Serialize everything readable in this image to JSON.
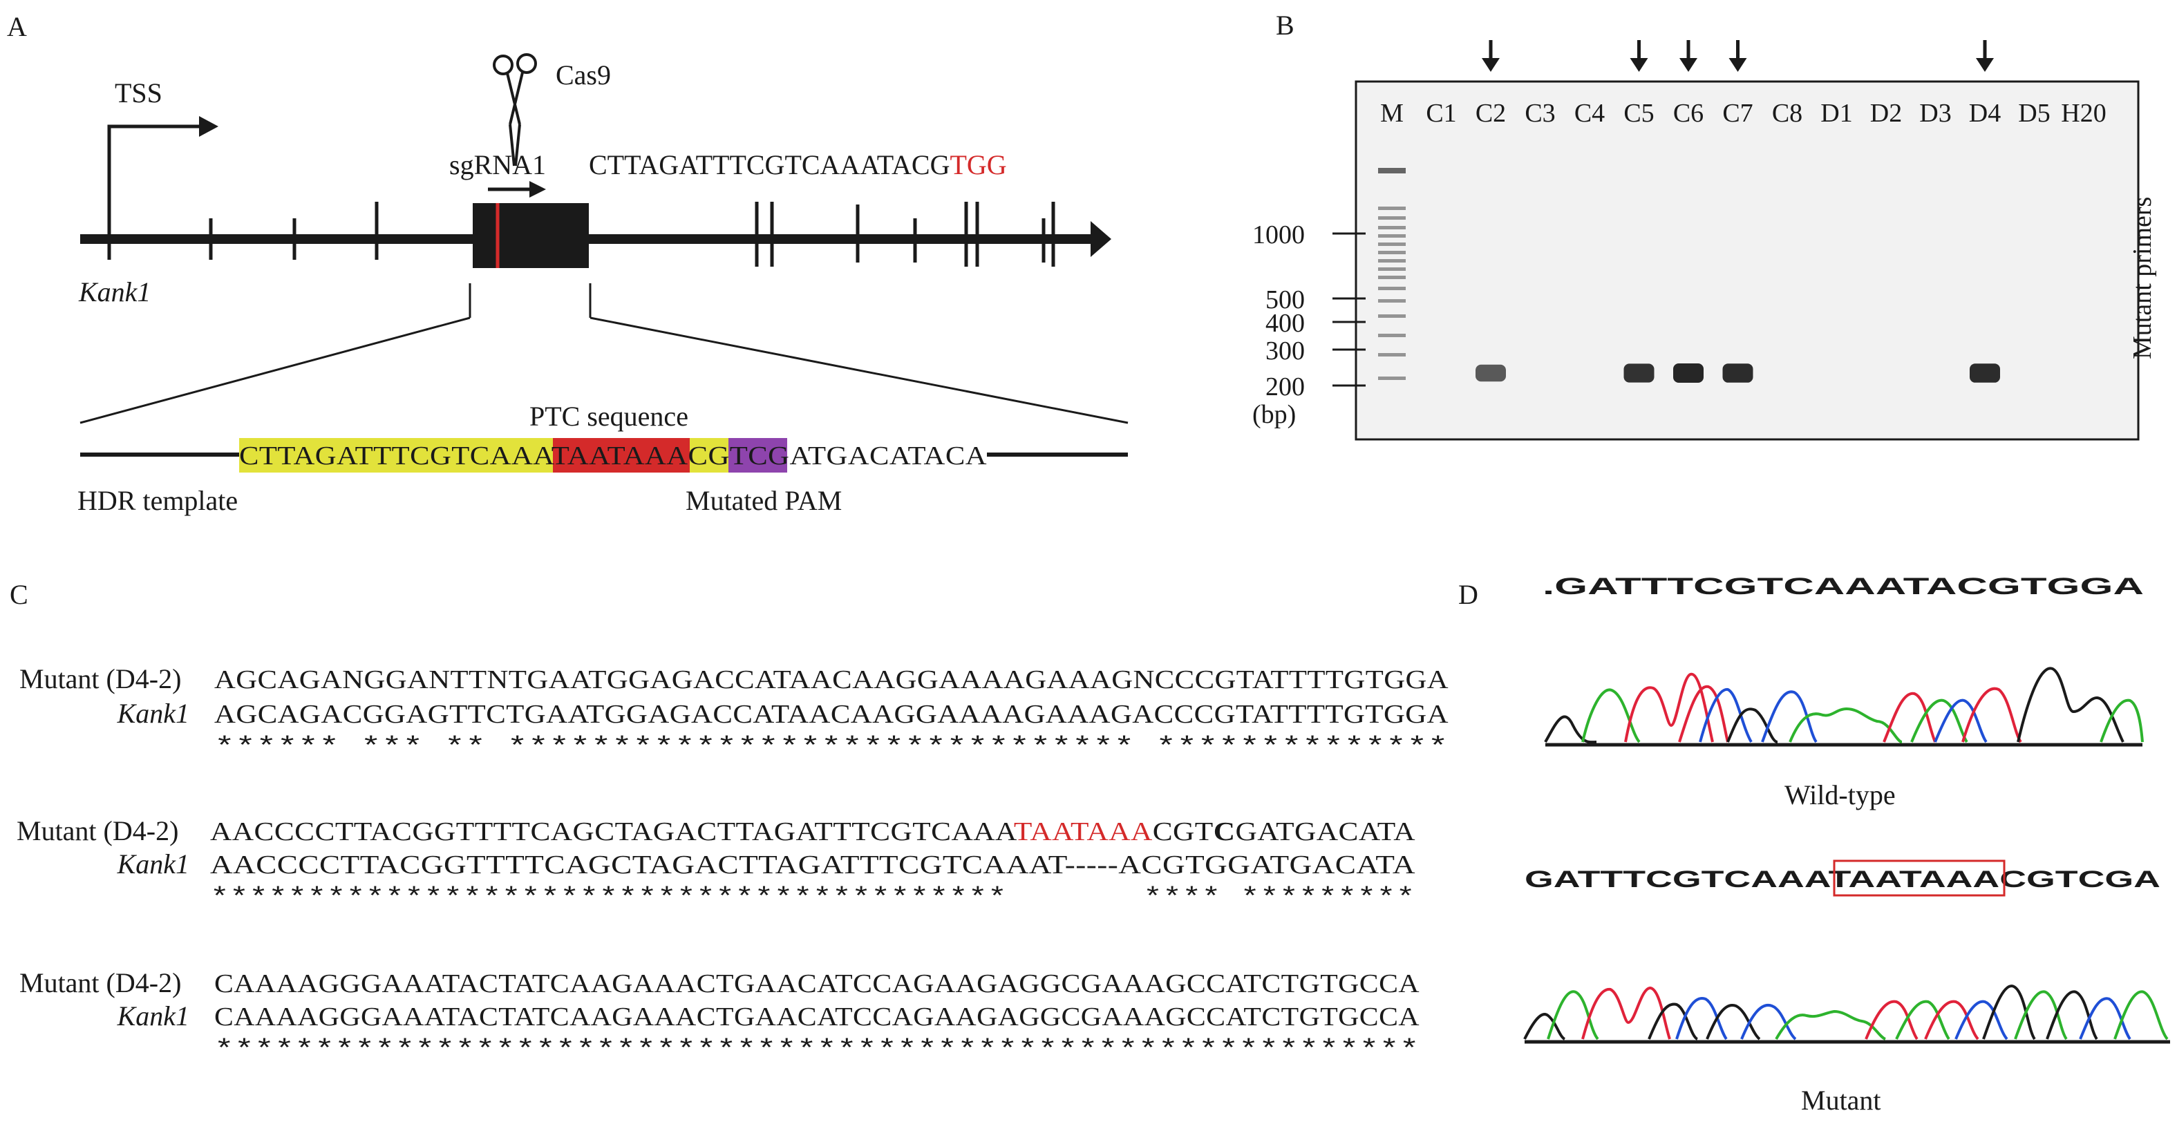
{
  "colors": {
    "text": "#1a1a1a",
    "red": "#d42a2a",
    "yellow": "#e2e23b",
    "purple": "#8e44ad",
    "gel_bg": "#f2f2f2",
    "band": "#262626"
  },
  "panelA": {
    "letter": "A",
    "tss": "TSS",
    "cas9": "Cas9",
    "sgrna": "sgRNA1",
    "sg_seq": "CTTAGATTTCGTCAAATACG",
    "pam": "TGG",
    "gene": "Kank1",
    "ptc_label": "PTC sequence",
    "hdr_seq_yellow1": "CTTAGATTTCGTCAAA",
    "hdr_seq_red": "TAATAAA",
    "hdr_seq_yellow2": "CG",
    "hdr_seq_purple": "TCG",
    "hdr_seq_rest": "ATGACATACA",
    "hdr_label": "HDR template",
    "pam_label": "Mutated PAM"
  },
  "panelB": {
    "letter": "B",
    "lanes": [
      "M",
      "C1",
      "C2",
      "C3",
      "C4",
      "C5",
      "C6",
      "C7",
      "C8",
      "D1",
      "D2",
      "D3",
      "D4",
      "D5",
      "H20"
    ],
    "arrow_lanes": [
      "C2",
      "C5",
      "C6",
      "C7",
      "D4"
    ],
    "band_lanes": [
      {
        "lane": "C2",
        "intensity": 0.55
      },
      {
        "lane": "C5",
        "intensity": 0.9
      },
      {
        "lane": "C6",
        "intensity": 1.0
      },
      {
        "lane": "C7",
        "intensity": 0.95
      },
      {
        "lane": "D4",
        "intensity": 0.95
      }
    ],
    "markers": [
      "1000",
      "500",
      "400",
      "300",
      "200"
    ],
    "unit": "(bp)",
    "side_label": "Mutant primers"
  },
  "panelC": {
    "letter": "C",
    "mutant_label": "Mutant (D4-2)",
    "wt_label": "Kank1",
    "block1": {
      "mutant": "AGCAGANGGANTTNTGAATGGAGACCATAACAAGGAAAAGAAAGNCCCGTATTTTGTGGA",
      "wt": "AGCAGACGGAGTTCTGAATGGAGACCATAACAAGGAAAAGAAAGACCCGTATTTTGTGGA",
      "stars": "****** *** ** ****************************** **************"
    },
    "block2": {
      "mutant_a": "AACCCCTTACGGTTTTCAGCTAGACTTAGATTTCGTCAAA",
      "mutant_red": "TAATAAA",
      "mutant_b": "CGT",
      "mutant_bold": "C",
      "mutant_c": "GATGACATA",
      "wt": "AACCCCTTACGGTTTTCAGCTAGACTTAGATTTCGTCAAAT-----ACGTGGATGACATA",
      "stars": "*****************************************       **** *********"
    },
    "block3": {
      "mutant": "CAAAAGGGAAATACTATCAAGAAACTGAACATCCAGAAGAGGCGAAAGCCATCTGTGCCA",
      "wt": "CAAAAGGGAAATACTATCAAGAAACTGAACATCCAGAAGAGGCGAAAGCCATCTGTGCCA",
      "stars": "************************************************************"
    }
  },
  "panelD": {
    "letter": "D",
    "wt_seq": ".GATTTCGTCAAATACGTGGA",
    "mut_seq": "GATTTCGTCAAATAATAAACGTCGA",
    "boxed": "TAATAAA",
    "wt_label": "Wild-type",
    "mut_label": "Mutant"
  }
}
